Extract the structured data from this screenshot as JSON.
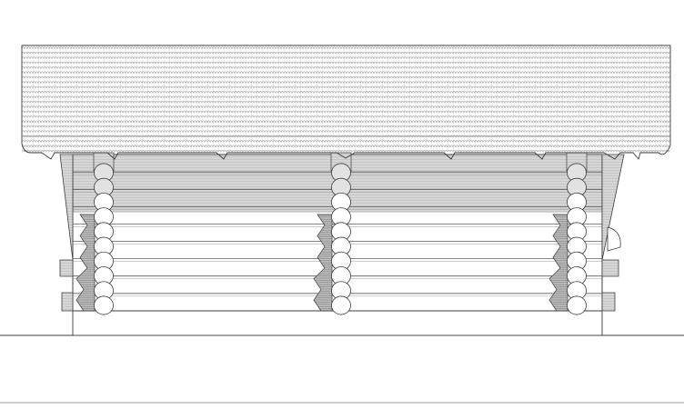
{
  "drawing": {
    "subject": "log-house-facade-elevation",
    "colors": {
      "background": "#ffffff",
      "line": "#3c3c3c",
      "hatch": "#8a8a8a",
      "shade": "#dcdcdc",
      "log_fill": "#ffffff"
    },
    "roof": {
      "tile_columns": 110,
      "tile_rows": 24
    },
    "wall": {
      "log_rows": 9,
      "shaded_upper_rows": 4
    },
    "log_corners": {
      "count": 3,
      "stacked_log_ends": 10
    }
  }
}
